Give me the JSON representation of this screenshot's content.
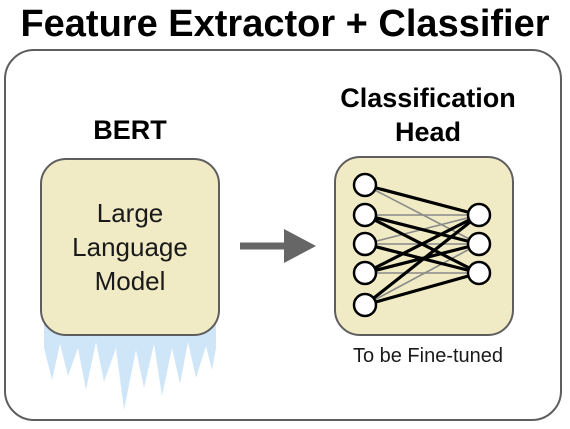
{
  "title": "Feature Extractor + Classifier",
  "bert": {
    "label": "BERT",
    "box_lines": [
      "Large",
      "Language",
      "Model"
    ],
    "state": "frozen",
    "ice_color": "#cfe6f8"
  },
  "classification_head": {
    "label_lines": [
      "Classification",
      "Head"
    ],
    "note": "To be Fine-tuned",
    "network": {
      "input_nodes": 5,
      "output_nodes": 3
    }
  },
  "colors": {
    "box_fill": "#f0ebc4",
    "border": "#5e5e5e",
    "arrow": "#666666"
  },
  "arrow_icon": "right-arrow-icon"
}
